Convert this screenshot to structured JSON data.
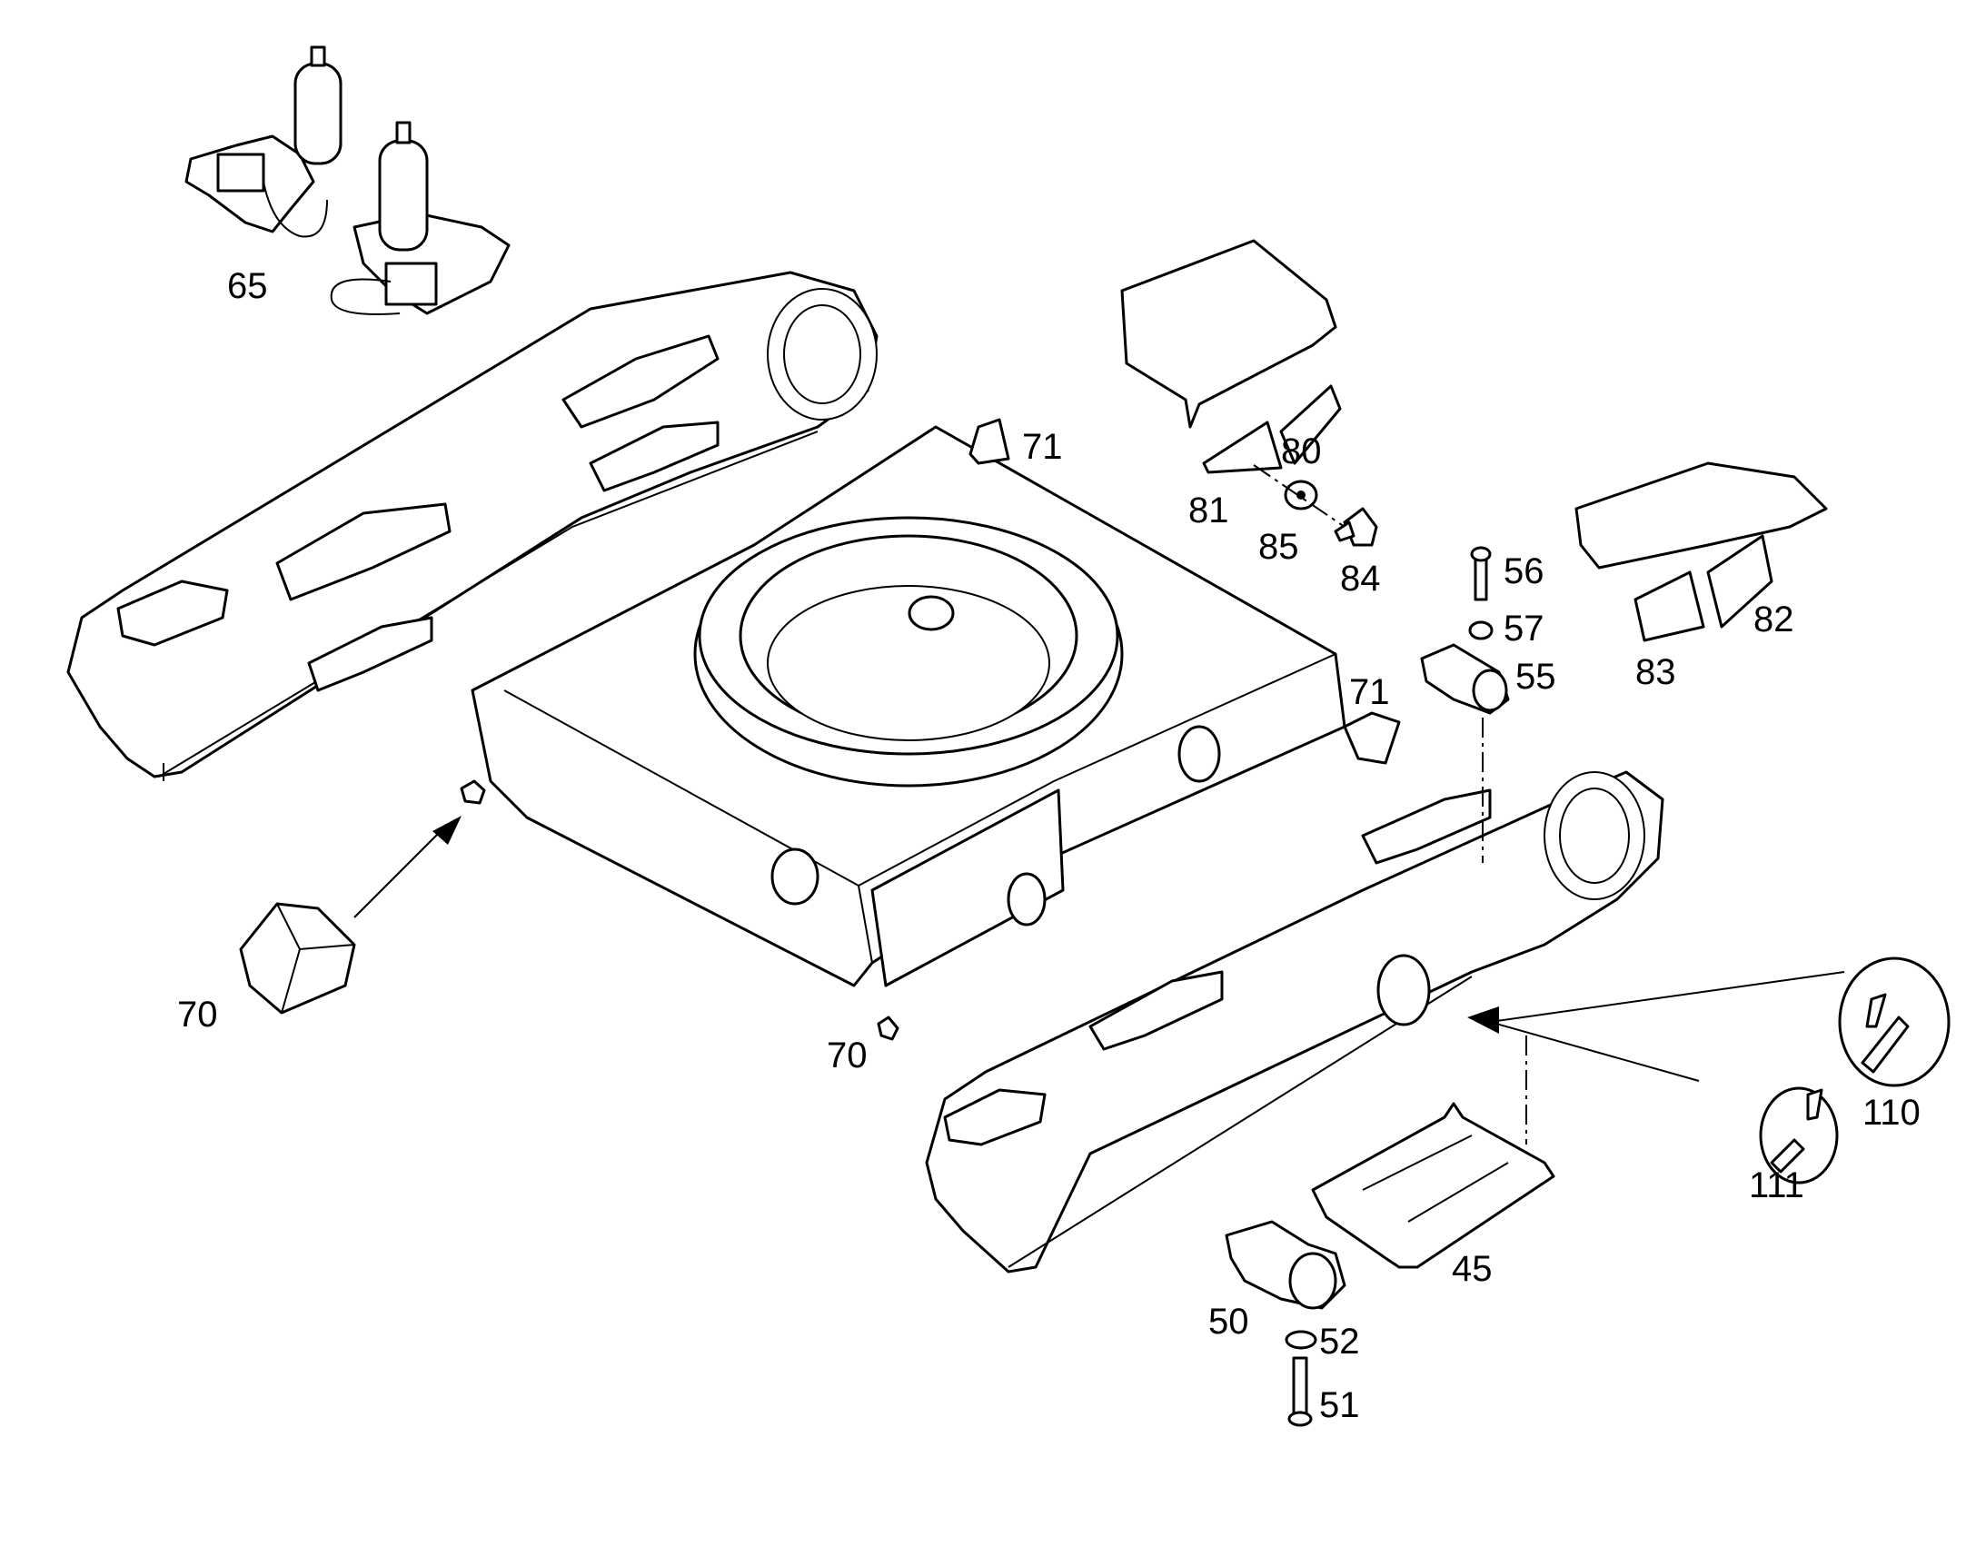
{
  "diagram": {
    "callouts": [
      {
        "id": "65",
        "text": "65"
      },
      {
        "id": "71a",
        "text": "71"
      },
      {
        "id": "80",
        "text": "80"
      },
      {
        "id": "81",
        "text": "81"
      },
      {
        "id": "85",
        "text": "85"
      },
      {
        "id": "84",
        "text": "84"
      },
      {
        "id": "56",
        "text": "56"
      },
      {
        "id": "57",
        "text": "57"
      },
      {
        "id": "55",
        "text": "55"
      },
      {
        "id": "82",
        "text": "82"
      },
      {
        "id": "83",
        "text": "83"
      },
      {
        "id": "71b",
        "text": "71"
      },
      {
        "id": "70a",
        "text": "70"
      },
      {
        "id": "70b",
        "text": "70"
      },
      {
        "id": "110",
        "text": "110"
      },
      {
        "id": "111",
        "text": "111"
      },
      {
        "id": "45",
        "text": "45"
      },
      {
        "id": "50",
        "text": "50"
      },
      {
        "id": "52",
        "text": "52"
      },
      {
        "id": "51",
        "text": "51"
      }
    ]
  }
}
